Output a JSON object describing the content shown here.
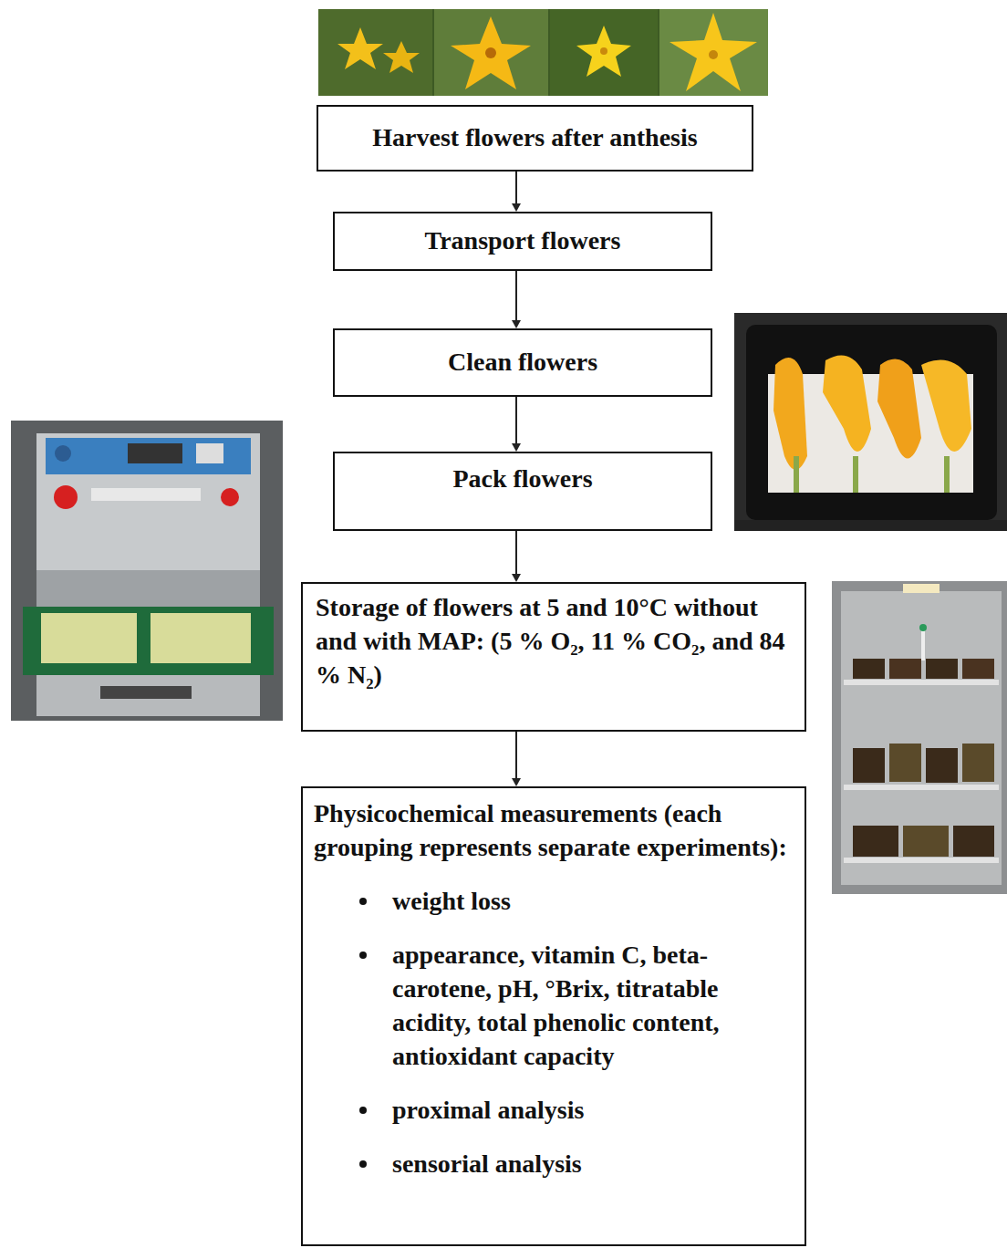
{
  "diagram": {
    "nodes": [
      {
        "text": [
          "Harvest flowers after anthesis"
        ]
      },
      {
        "text": [
          "Transport flowers"
        ]
      },
      {
        "text": [
          "Clean flowers"
        ]
      },
      {
        "text": [
          "Pack flowers"
        ]
      },
      {
        "text": [
          "Storage of flowers at 5 and 10°C without and with MAP: (5 % O₂, 11 % CO₂, and 84 % N₂)"
        ]
      },
      {
        "text": [
          "Physicochemical measurements (each grouping represents separate experiments):",
          "weight loss",
          "appearance, vitamin C, beta-carotene, pH, °Brix, titratable acidity, total phenolic content, antioxidant capacity",
          "proximal analysis",
          "sensorial analysis"
        ]
      }
    ],
    "edges": [
      {
        "from": 0,
        "to": 1,
        "arrow": "to"
      },
      {
        "from": 1,
        "to": 2,
        "arrow": "to"
      },
      {
        "from": 2,
        "to": 3,
        "arrow": "to"
      },
      {
        "from": 3,
        "to": 4,
        "arrow": "to"
      },
      {
        "from": 4,
        "to": 5,
        "arrow": "to"
      }
    ]
  }
}
